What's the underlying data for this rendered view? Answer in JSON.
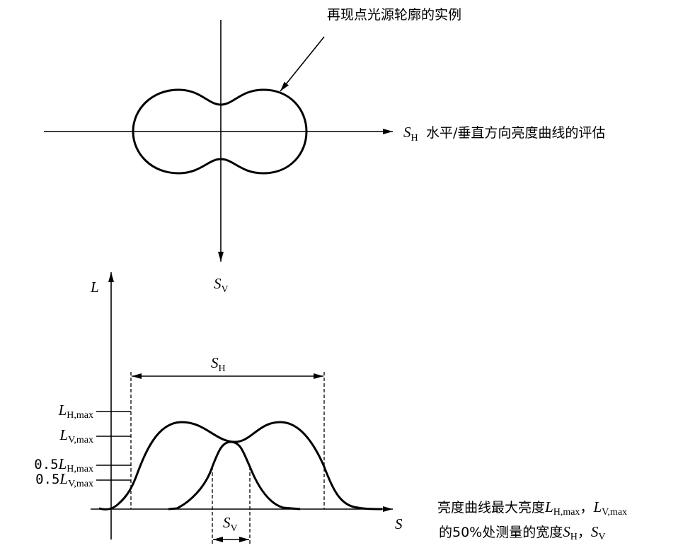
{
  "top": {
    "callout": "再现点光源轮廓的实例",
    "h_axis_label_main": "S",
    "h_axis_label_sub": "H",
    "h_axis_caption": "水平/垂直方向亮度曲线的评估",
    "v_axis_label_main": "S",
    "v_axis_label_sub": "V"
  },
  "bottom": {
    "y_axis_label": "L",
    "x_axis_label": "S",
    "sh_label_main": "S",
    "sh_label_sub": "H",
    "sv_label_main": "S",
    "sv_label_sub": "V",
    "levels": [
      {
        "prefix": "",
        "main": "L",
        "sub": "H,max"
      },
      {
        "prefix": "",
        "main": "L",
        "sub": "V,max"
      },
      {
        "prefix": "0.5",
        "main": "L",
        "sub": "H,max"
      },
      {
        "prefix": "0.5",
        "main": "L",
        "sub": "V,max"
      }
    ],
    "caption": {
      "line1_text": "亮度曲线最大亮度",
      "line1_l1_main": "L",
      "line1_l1_sub": "H,max",
      "line1_sep": "，",
      "line1_l2_main": "L",
      "line1_l2_sub": "V,max",
      "line2_text": "的50%处测量的宽度",
      "line2_s1_main": "S",
      "line2_s1_sub": "H",
      "line2_sep": "，",
      "line2_s2_main": "S",
      "line2_s2_sub": "V"
    }
  }
}
